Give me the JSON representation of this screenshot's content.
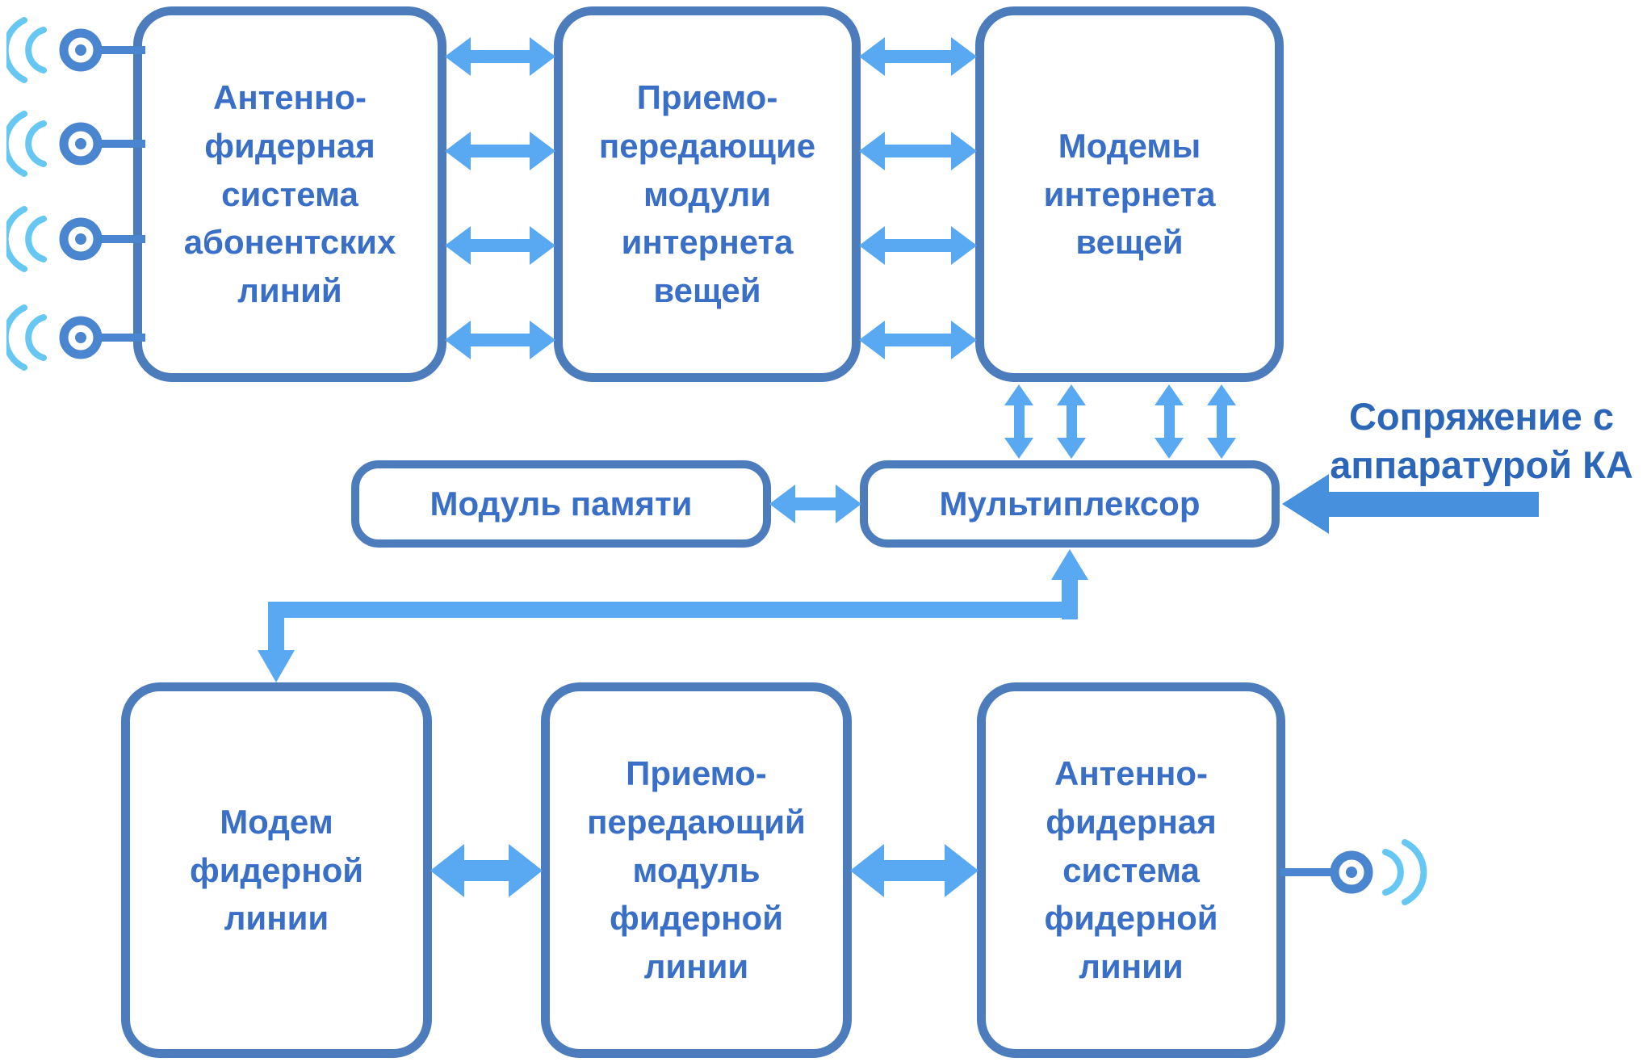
{
  "colors": {
    "box-border": "#4d7cbd",
    "box-text": "#3a6fc7",
    "arrow": "#58a8f2",
    "big-arrow": "#4690dd",
    "antenna": "#4a85cf",
    "wave": "#66c7f2",
    "label-text": "#2c66b8"
  },
  "boxes": {
    "afs_subscriber": "Антенно-\nфидерная\nсистема\nабонентских\nлиний",
    "iot_transceivers": "Приемо-\nпередающие\nмодули\nинтернета\nвещей",
    "iot_modems": "Модемы\nинтернета\nвещей",
    "memory": "Модуль памяти",
    "multiplexer": "Мультиплексор",
    "feeder_modem": "Модем\nфидерной\nлинии",
    "feeder_transceiver": "Приемо-\nпередающий\nмодуль\nфидерной\nлинии",
    "afs_feeder": "Антенно-\nфидерная\nсистема\nфидерной\nлинии"
  },
  "annotations": {
    "spacecraft_interface": "Сопряжение с\nаппаратурой КА"
  }
}
